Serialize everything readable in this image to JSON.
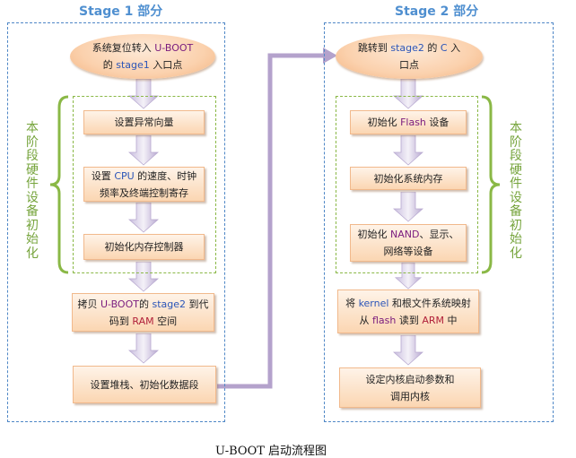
{
  "diagram": {
    "caption": "U-BOOT 启动流程图",
    "colors": {
      "stage_title": "#4f8fd0",
      "outer_border": "#4f87c6",
      "inner_border": "#8ab846",
      "brace_and_side_label": "#76a43c",
      "connector": "#b4a2cc",
      "box_fill": "#fbd6b2"
    },
    "stage1": {
      "title": "Stage 1 部分",
      "side_label": "本阶段硬件设备初始化",
      "start": {
        "line1_prefix": "系统复位转入 ",
        "line1_highlight": "U-BOOT",
        "line2_prefix": "的 ",
        "line2_highlight": "stage1",
        "line2_suffix": " 入口点"
      },
      "steps": [
        {
          "text": "设置异常向量"
        },
        {
          "line1_prefix": "设置 ",
          "line1_highlight": "CPU",
          "line1_suffix": " 的速度、时钟",
          "line2": "频率及终端控制寄存"
        },
        {
          "text": "初始化内存控制器"
        },
        {
          "line1_prefix": "拷贝 ",
          "line1_highlight": "U-BOOT",
          "line1_mid": "的 ",
          "line1_highlight2": "stage2",
          "line1_suffix": " 到代",
          "line2_prefix": "码到 ",
          "line2_highlight": "RAM",
          "line2_suffix": " 空间"
        },
        {
          "text": "设置堆栈、初始化数据段"
        }
      ]
    },
    "stage2": {
      "title": "Stage 2 部分",
      "side_label": "本阶段硬件设备初始化",
      "start": {
        "line1_prefix": "跳转到 ",
        "line1_highlight": "stage2",
        "line1_mid": " 的 ",
        "line1_highlight2": "C",
        "line1_suffix": " 入",
        "line2": "口点"
      },
      "steps": [
        {
          "prefix": "初始化 ",
          "highlight": "Flash",
          "suffix": " 设备"
        },
        {
          "text": "初始化系统内存"
        },
        {
          "line1_prefix": "初始化 ",
          "line1_highlight": "NAND",
          "line1_suffix": "、显示、",
          "line2": "网络等设备"
        },
        {
          "line1_prefix": "将 ",
          "line1_highlight": "kernel",
          "line1_suffix": " 和根文件系统映射",
          "line2_prefix": "从 ",
          "line2_highlight": "flash",
          "line2_mid": " 读到 ",
          "line2_highlight2": "ARM",
          "line2_suffix": " 中"
        },
        {
          "line1": "设定内核启动参数和",
          "line2": "调用内核"
        }
      ]
    }
  }
}
